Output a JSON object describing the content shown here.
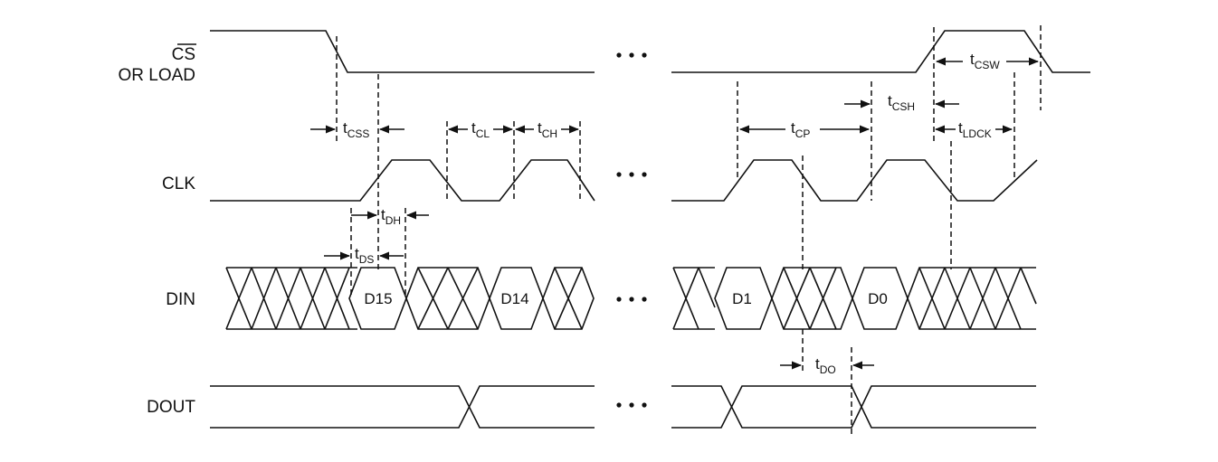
{
  "signals": {
    "cs_label": "CS",
    "cs_label_2": "OR LOAD",
    "clk": "CLK",
    "din": "DIN",
    "dout": "DOUT"
  },
  "data_cells": {
    "d15": "D15",
    "d14": "D14",
    "d1": "D1",
    "d0": "D0"
  },
  "timing": {
    "tcss": {
      "base": "t",
      "sub": "CSS"
    },
    "tcl": {
      "base": "t",
      "sub": "CL"
    },
    "tch": {
      "base": "t",
      "sub": "CH"
    },
    "tcp": {
      "base": "t",
      "sub": "CP"
    },
    "tcsh": {
      "base": "t",
      "sub": "CSH"
    },
    "tcsw": {
      "base": "t",
      "sub": "CSW"
    },
    "tldck": {
      "base": "t",
      "sub": "LDCK"
    },
    "tdh": {
      "base": "t",
      "sub": "DH"
    },
    "tds": {
      "base": "t",
      "sub": "DS"
    },
    "tdo": {
      "base": "t",
      "sub": "DO"
    }
  }
}
